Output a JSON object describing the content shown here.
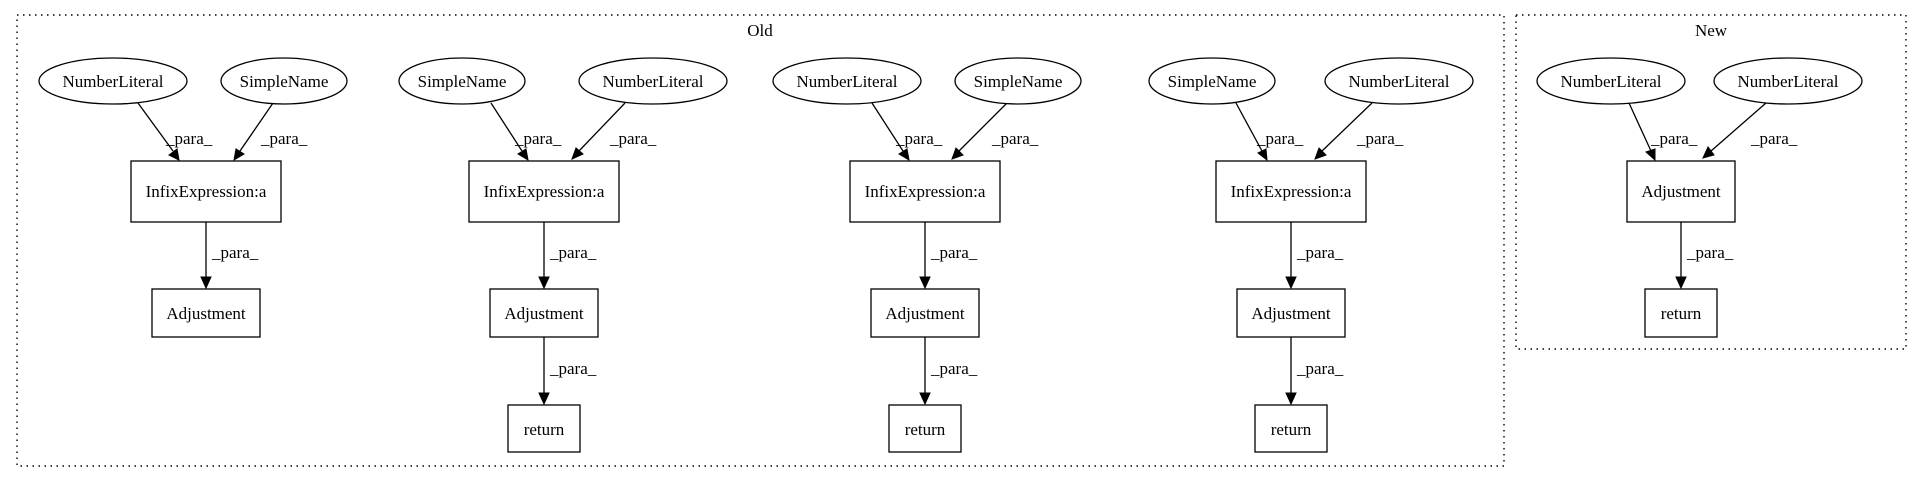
{
  "clusters": {
    "old": {
      "label": "Old"
    },
    "new": {
      "label": "New"
    }
  },
  "nodes": {
    "o1_num": "NumberLiteral",
    "o1_sn": "SimpleName",
    "o1_infix": "InfixExpression:a",
    "o1_adj": "Adjustment",
    "o2_sn": "SimpleName",
    "o2_num": "NumberLiteral",
    "o2_infix": "InfixExpression:a",
    "o2_adj": "Adjustment",
    "o2_ret": "return",
    "o3_num": "NumberLiteral",
    "o3_sn": "SimpleName",
    "o3_infix": "InfixExpression:a",
    "o3_adj": "Adjustment",
    "o3_ret": "return",
    "o4_sn": "SimpleName",
    "o4_num": "NumberLiteral",
    "o4_infix": "InfixExpression:a",
    "o4_adj": "Adjustment",
    "o4_ret": "return",
    "n_num1": "NumberLiteral",
    "n_num2": "NumberLiteral",
    "n_adj": "Adjustment",
    "n_ret": "return"
  },
  "edge_label": "_para_"
}
